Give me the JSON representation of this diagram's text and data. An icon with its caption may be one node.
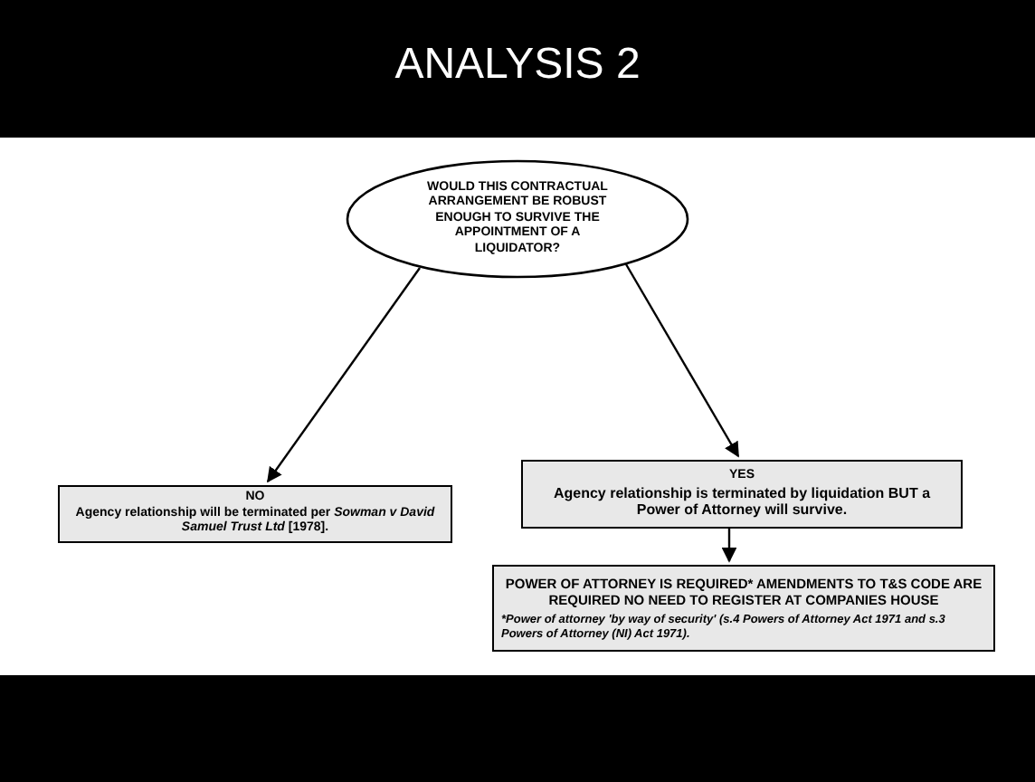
{
  "diagram": {
    "title": "ANALYSIS 2",
    "nodes": [
      {
        "text": [
          "WOULD THIS CONTRACTUAL ARRANGEMENT BE ROBUST ENOUGH TO SURVIVE THE APPOINTMENT OF A LIQUIDATOR?"
        ]
      },
      {
        "text": [
          "NO",
          "Agency relationship will be terminated per *Sowman v David Samuel Trust Ltd* [1978]."
        ]
      },
      {
        "text": [
          "YES",
          "Agency relationship is terminated by liquidation BUT a Power of Attorney will survive."
        ]
      },
      {
        "text": [
          "POWER OF ATTORNEY IS REQUIRED* AMENDMENTS TO T&S CODE ARE REQUIRED NO NEED TO REGISTER AT COMPANIES HOUSE",
          "*Power of attorney 'by way of security' (s.4 Powers of Attorney Act 1971 and s.3 Powers of Attorney (NI) Act 1971)."
        ]
      }
    ],
    "edges": [
      {
        "from": 0,
        "to": 1,
        "arrow": "to"
      },
      {
        "from": 0,
        "to": 2,
        "arrow": "to"
      },
      {
        "from": 2,
        "to": 3,
        "arrow": "to"
      }
    ]
  }
}
